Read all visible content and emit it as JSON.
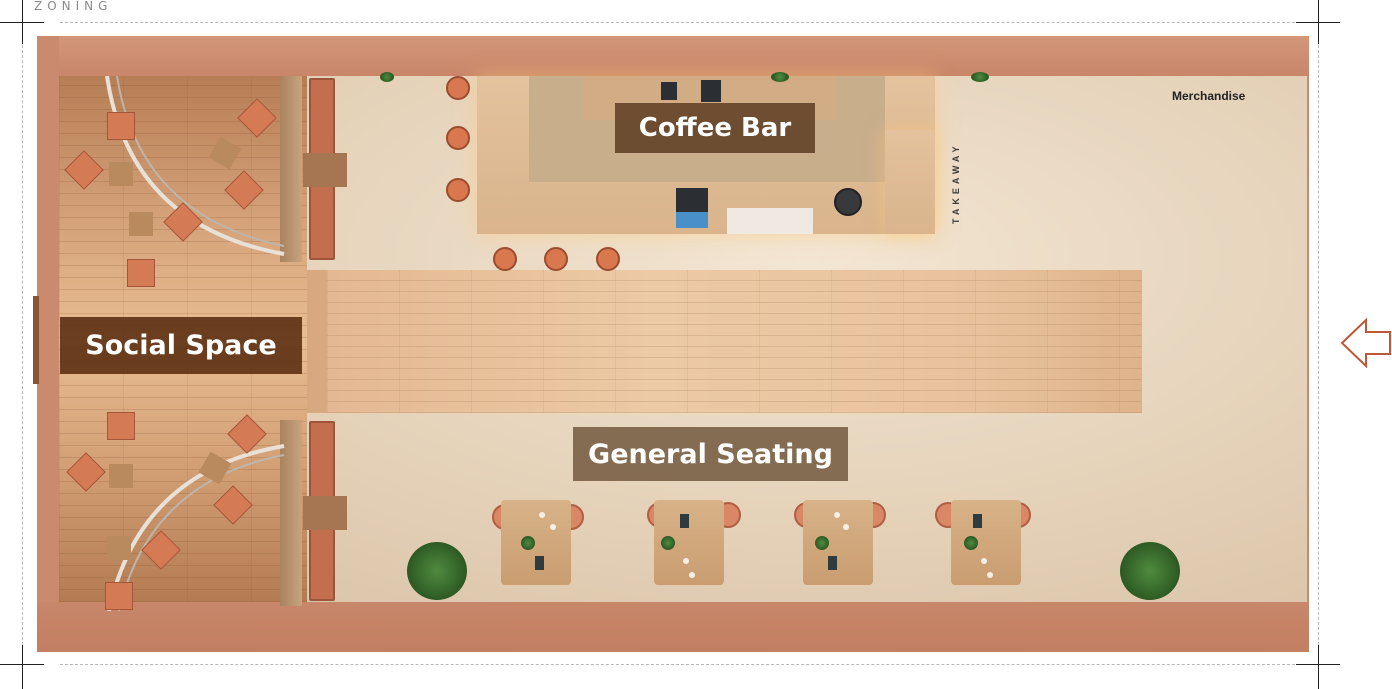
{
  "sheet": {
    "title": "ZONING"
  },
  "zones": {
    "coffee_bar": "Coffee Bar",
    "social_space": "Social Space",
    "general_seating": "General Seating"
  },
  "labels": {
    "merchandise": "Merchandise",
    "takeaway": "TAKEAWAY"
  },
  "icons": {
    "entry": "entry-arrow-icon",
    "plant": "plant-icon"
  },
  "colors": {
    "wall": "#c88a6b",
    "entry_arrow": "#c0573a",
    "label_bg": "#5d3c21"
  }
}
